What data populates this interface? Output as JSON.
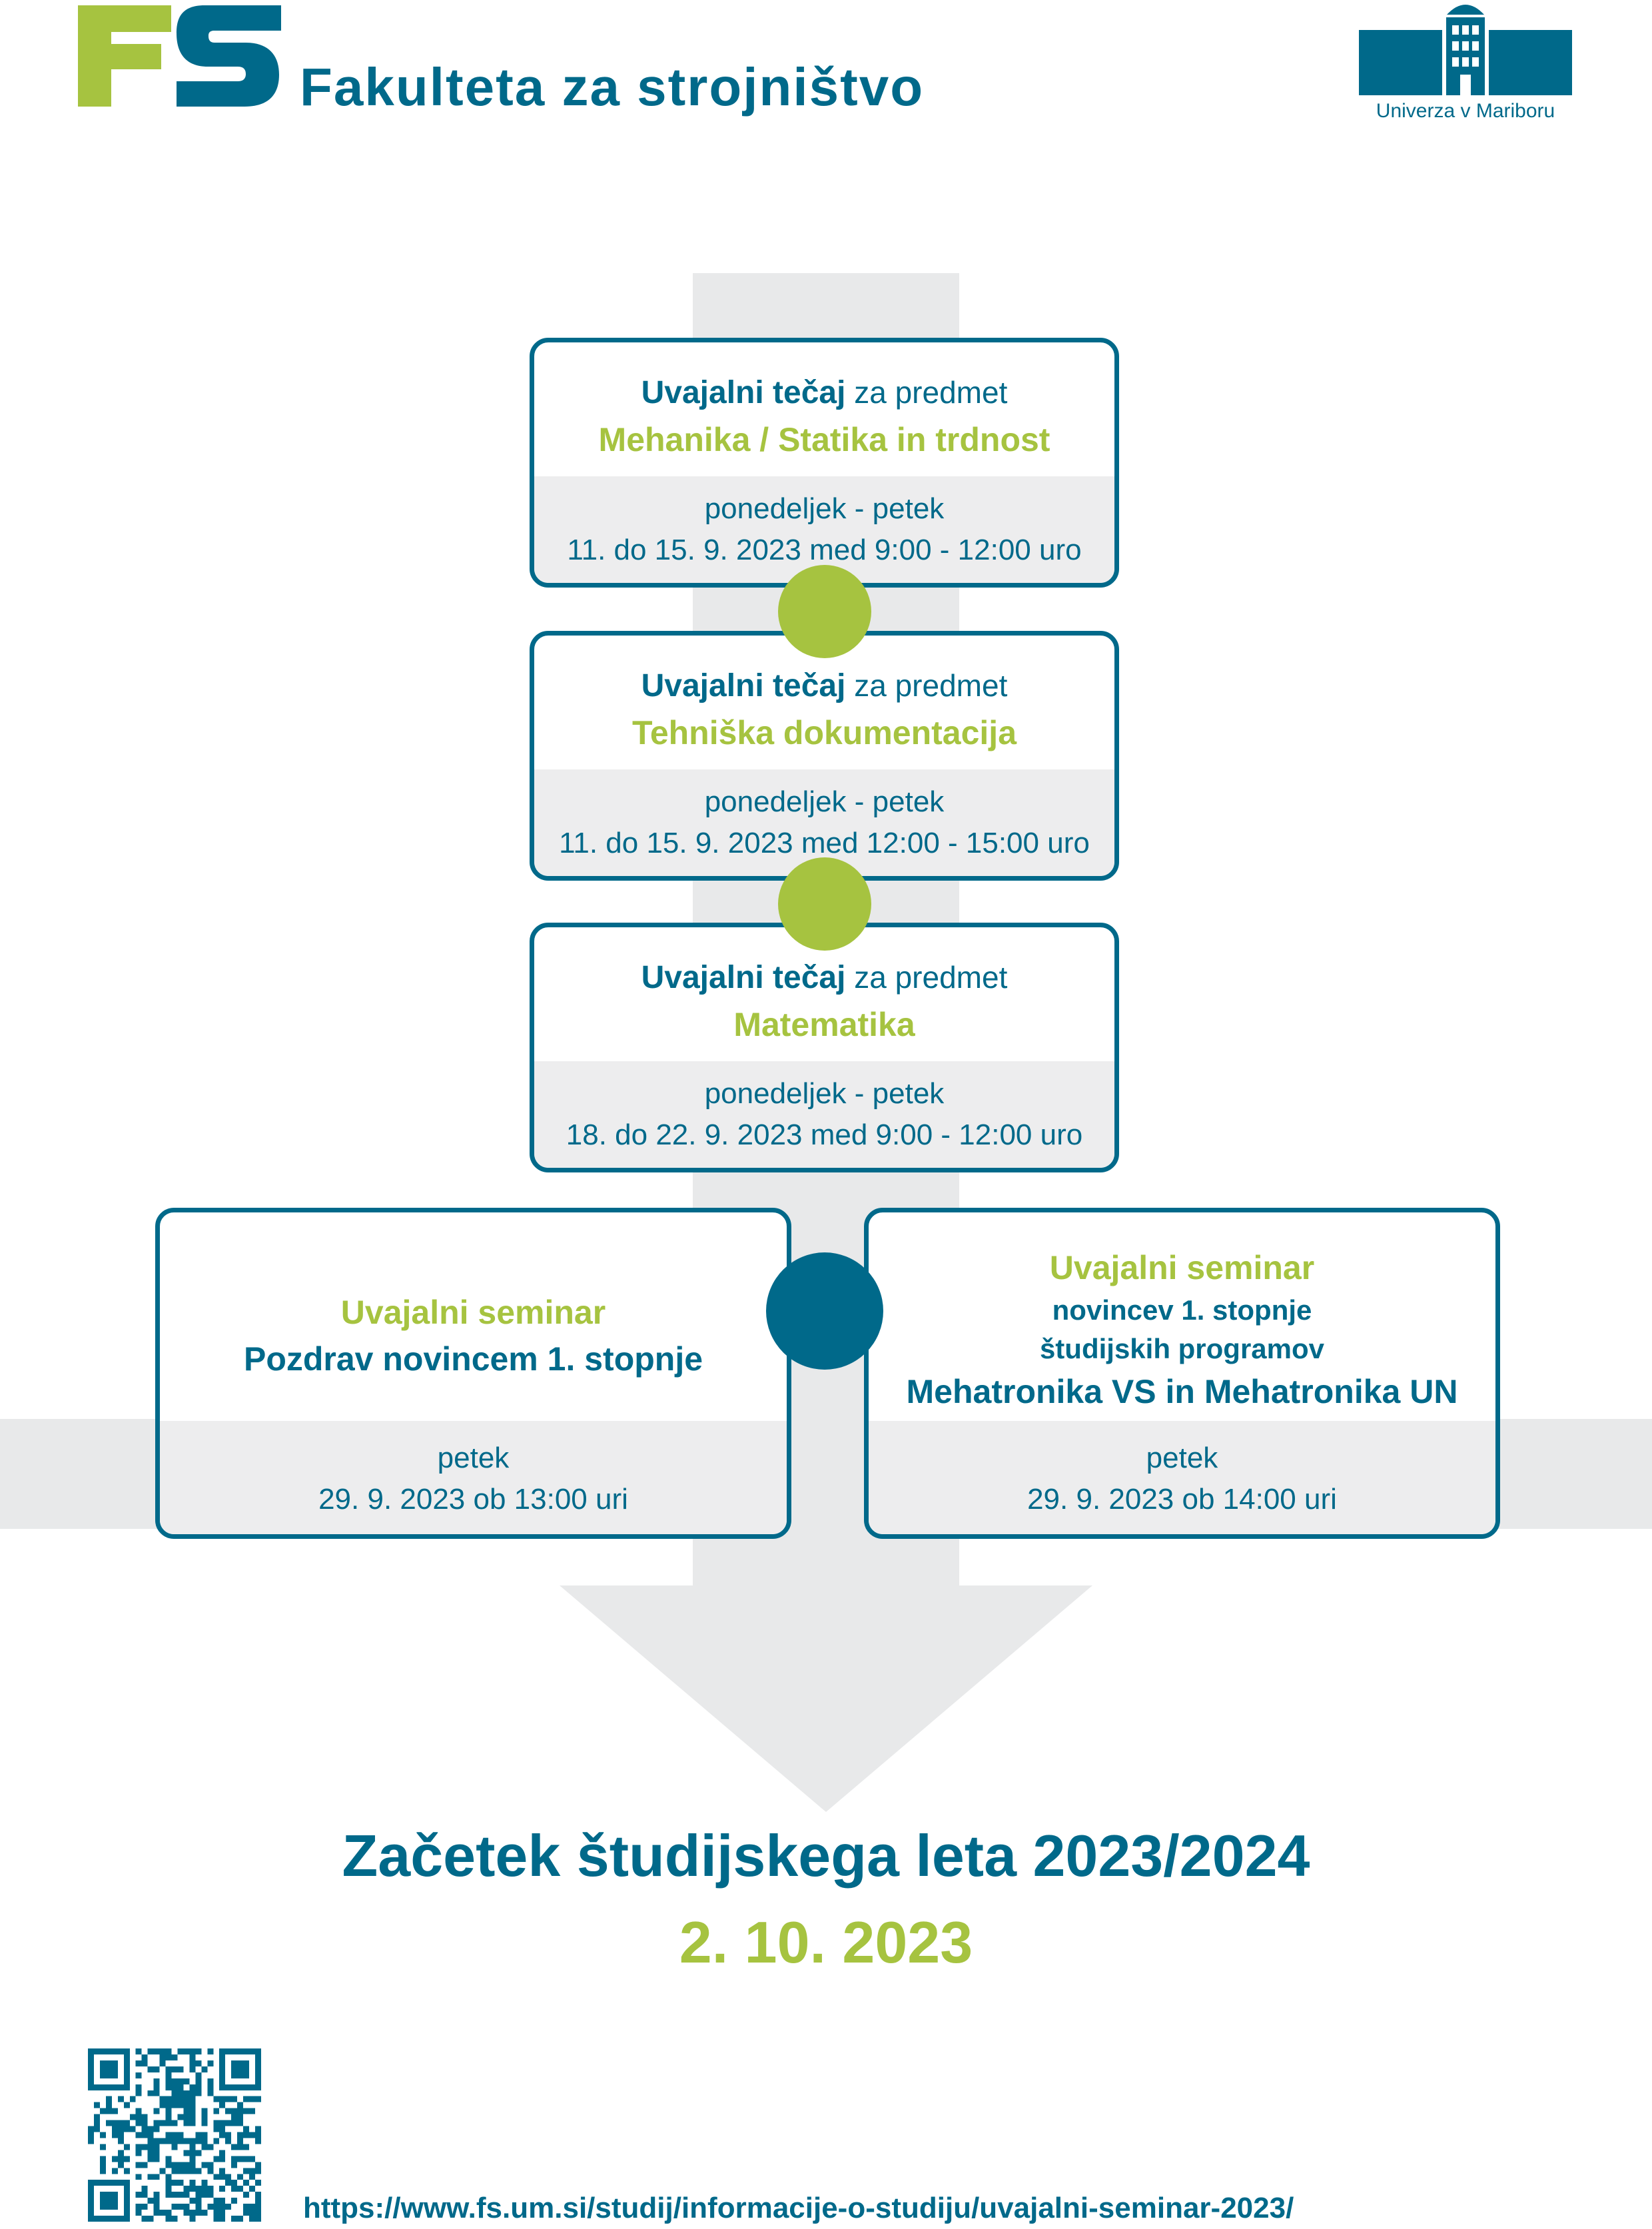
{
  "header": {
    "faculty_name": "Fakulteta za strojništvo",
    "university_name": "Univerza v Mariboru"
  },
  "courses": [
    {
      "prefix": "Uvajalni tečaj",
      "suffix": " za predmet",
      "subject": "Mehanika / Statika in trdnost",
      "days": "ponedeljek - petek",
      "time": "11. do 15. 9. 2023 med 9:00 - 12:00 uro"
    },
    {
      "prefix": "Uvajalni tečaj",
      "suffix": " za predmet",
      "subject": "Tehniška dokumentacija",
      "days": "ponedeljek - petek",
      "time": "11. do 15. 9. 2023 med 12:00 - 15:00 uro"
    },
    {
      "prefix": "Uvajalni tečaj",
      "suffix": " za predmet",
      "subject": "Matematika",
      "days": "ponedeljek - petek",
      "time": "18. do 22. 9. 2023 med 9:00 - 12:00 uro"
    }
  ],
  "seminars": [
    {
      "title": "Uvajalni seminar",
      "line1": "Pozdrav novincem 1. stopnje",
      "day": "petek",
      "time": "29. 9. 2023 ob 13:00 uri"
    },
    {
      "title": "Uvajalni seminar",
      "line1": "novincev 1. stopnje",
      "line2": "študijskih programov",
      "line3": "Mehatronika VS in Mehatronika UN",
      "day": "petek",
      "time": "29. 9. 2023 ob 14:00 uri"
    }
  ],
  "footer": {
    "start_title": "Začetek študijskega leta 2023/2024",
    "start_date": "2. 10. 2023",
    "url": "https://www.fs.um.si/studij/informacije-o-studiju/uvajalni-seminar-2023/"
  },
  "colors": {
    "primary": "#00698a",
    "accent": "#a6c340",
    "gray": "#e8e9ea"
  }
}
